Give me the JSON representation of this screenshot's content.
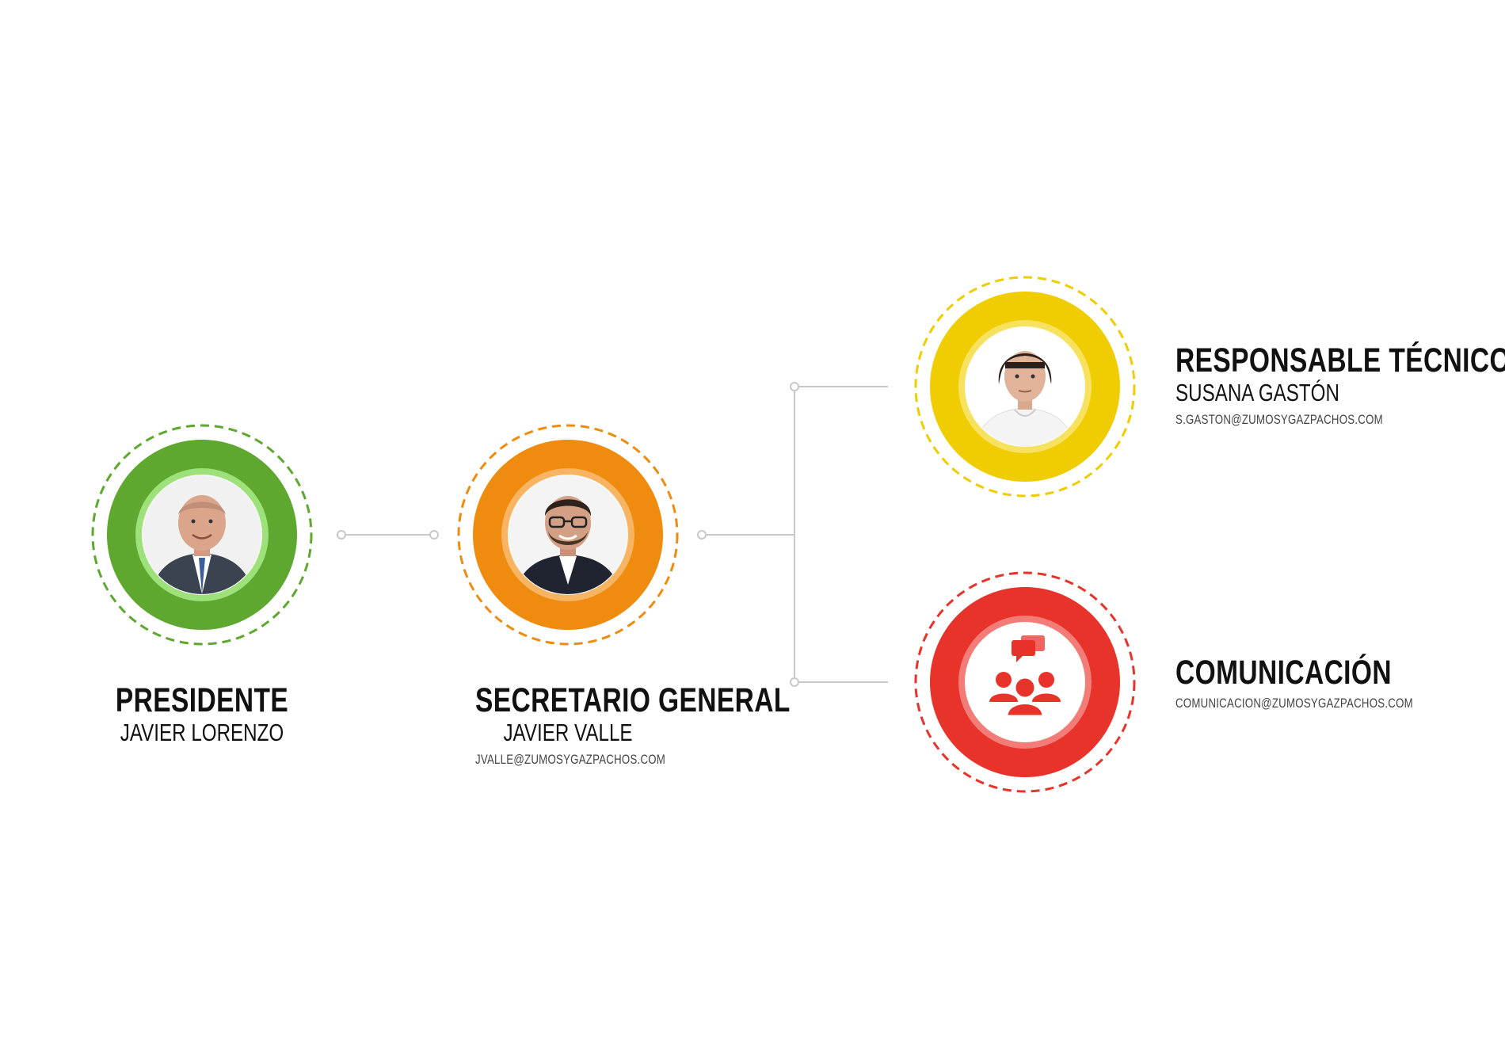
{
  "nodes": {
    "presidente": {
      "role": "PRESIDENTE",
      "name": "JAVIER LORENZO",
      "color": "#5ea82f",
      "inner_ring": "#9ee07a"
    },
    "secretario": {
      "role": "SECRETARIO GENERAL",
      "name": "JAVIER VALLE",
      "email": "JVALLE@ZUMOSYGAZPACHOS.COM",
      "color": "#ef8c0f",
      "inner_ring": "#f7b463"
    },
    "tecnico": {
      "role": "RESPONSABLE TÉCNICO",
      "name": "SUSANA GASTÓN",
      "email": "S.GASTON@ZUMOSYGAZPACHOS.COM",
      "color": "#f0cd02",
      "inner_ring": "#f7e260"
    },
    "comunicacion": {
      "role": "COMUNICACIÓN",
      "email": "COMUNICACION@ZUMOSYGAZPACHOS.COM",
      "color": "#e8332a",
      "inner_ring": "#f27c77",
      "icon": "team-chat-icon"
    }
  },
  "connector_color": "#c8c8c8"
}
